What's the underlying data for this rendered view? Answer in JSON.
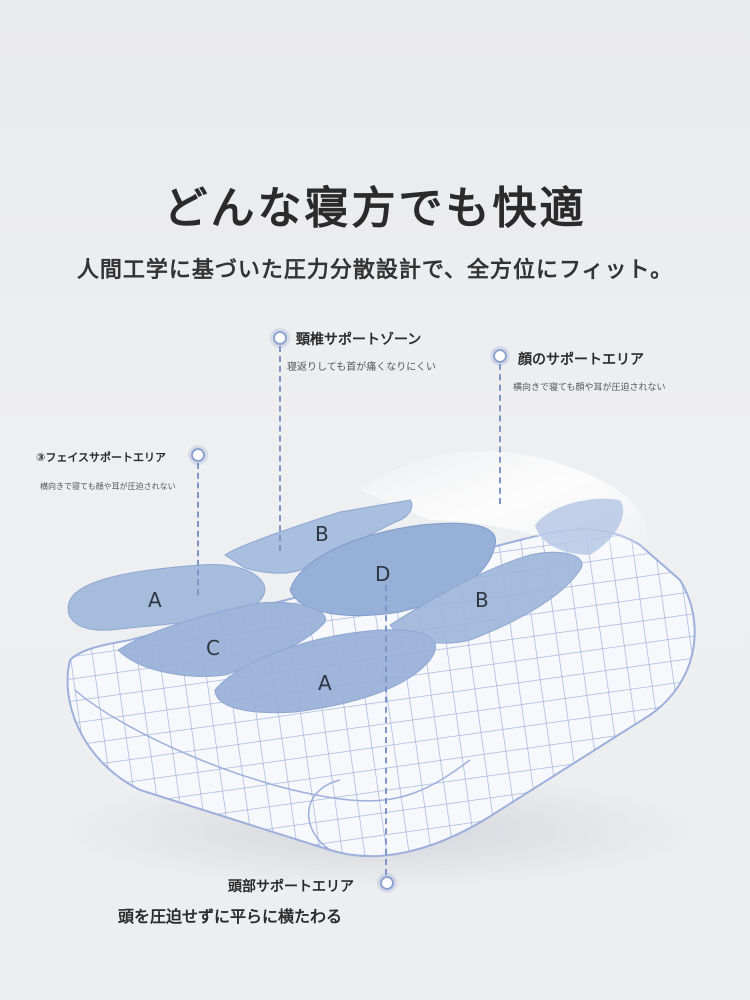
{
  "headline": "どんな寝方でも快適",
  "subheadline": "人間工学に基づいた圧力分散設計で、全方位にフィット。",
  "callouts": {
    "neck": {
      "title": "頸椎サポートゾーン",
      "desc": "寝返りしても首が痛くなりにくい"
    },
    "face_right": {
      "title": "顔のサポートエリア",
      "desc": "横向きで寝ても顔や耳が圧迫されない"
    },
    "face_left": {
      "title": "③フェイスサポートエリア",
      "desc": "横向きで寝ても顔や耳が圧迫されない"
    },
    "head": {
      "title": "頭部サポートエリア",
      "desc": "頭を圧迫せずに平らに横たわる"
    }
  },
  "zones": {
    "a_left": "A",
    "b_top": "B",
    "c": "C",
    "d": "D",
    "b_right": "B",
    "a_front": "A"
  },
  "colors": {
    "zone_fill": "#9fb6da",
    "zone_fill_dark": "#8ea8d2",
    "grid_line": "#8fa6d6",
    "callout_line": "#7e95c8"
  }
}
